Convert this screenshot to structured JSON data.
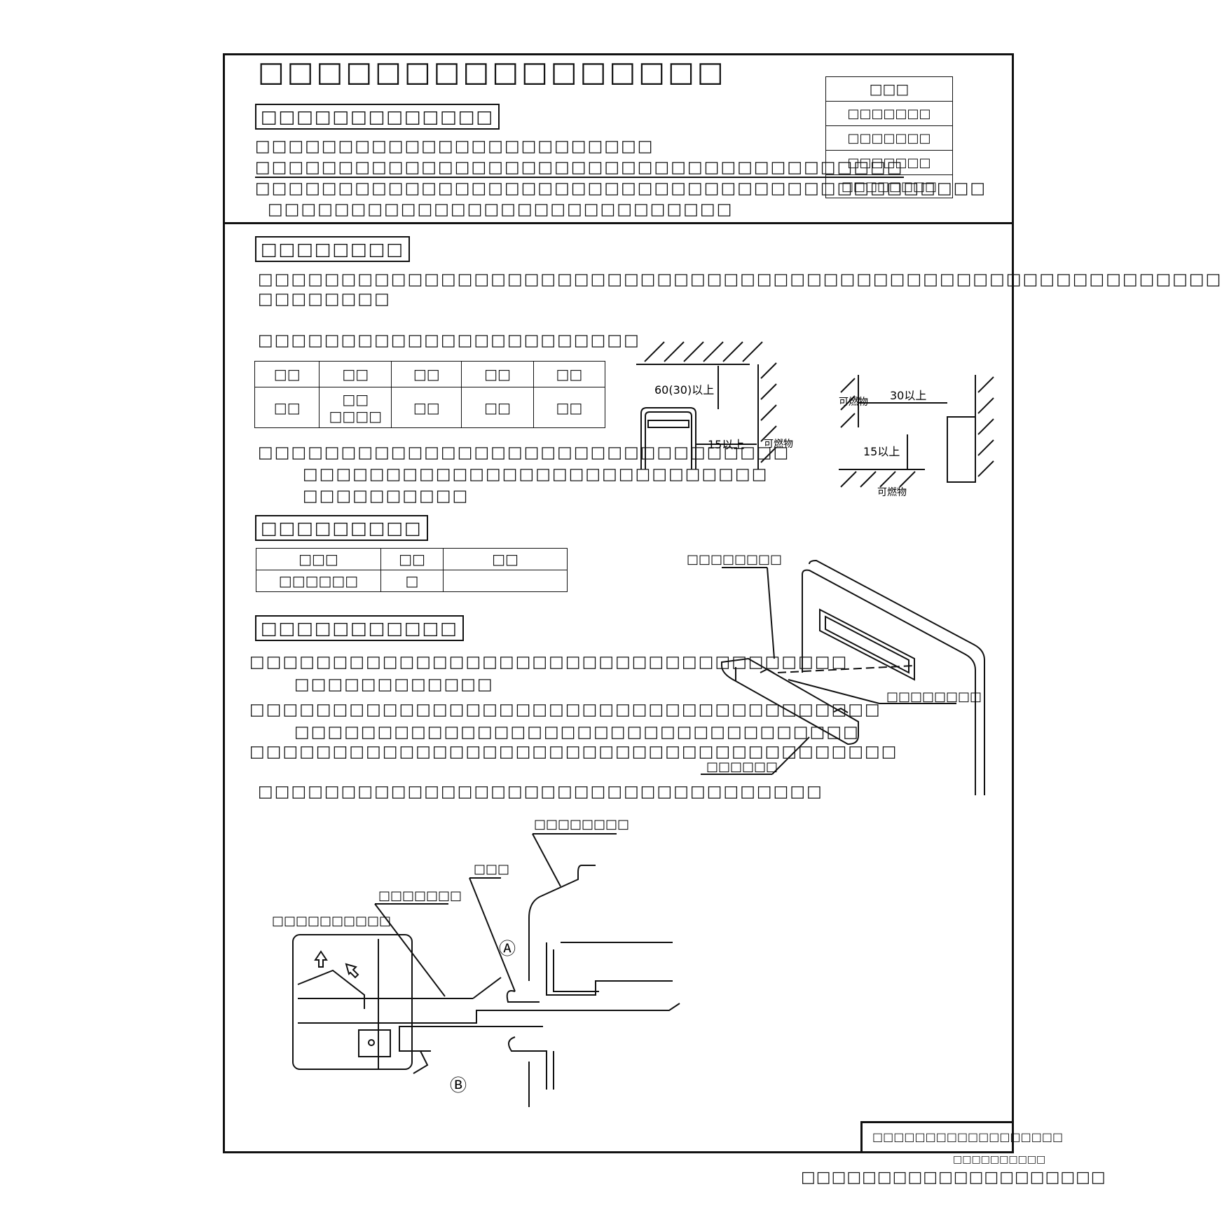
{
  "header": {
    "title": "□□□□□□□□□□□□□□□□",
    "section_main": "□□□□□□□□□□□□□",
    "notes": [
      "□□□□□□□□□□□□□□□□□□□□□□□□",
      "□□□□□□□□□□□□□□□□□□□□□□□□□□□□□□□□□□□□□□□",
      "□□□□□□□□□□□□□□□□□□□□□□□□□□□□□□□□□□□□□□□□□□□□",
      "□□□□□□□□□□□□□□□□□□□□□□□□□□□□"
    ]
  },
  "model_box": {
    "head": "□□□",
    "rows": [
      "□□□□□□□",
      "□□□□□□□",
      "□□□□□□□",
      "□□□□□□□□"
    ]
  },
  "section1": {
    "title": "□□□□□□□□",
    "para_line1": "□□□□□□□□□□□□□□□□□□□□□□□□□□□□□□□□□□□□□□□□□□□□□□□□□□□□□□□□□□",
    "para_line2": "□□□□□□□□",
    "table_caption": "□□□□□□□□□□□□□□□□□□□□□□□",
    "table_head": [
      "□□",
      "□□",
      "□□",
      "□□",
      "□□"
    ],
    "table_row": [
      "□□",
      "□□",
      "□□",
      "□□",
      "□□"
    ],
    "table_row_cell2_line2": "□□□□",
    "note_line1": "□□□□□□□□□□□□□□□□□□□□□□□□□□□□□□□□",
    "note_line2": "□□□□□□□□□□□□□□□□□□□□□□□□□□□□",
    "note_line3": "□□□□□□□□□□"
  },
  "clearance_diagram": {
    "label_top": "60(30)以上",
    "label_side": "15以上",
    "label_combustible_1": "可燃物",
    "label_combustible_2": "可燃物",
    "label_30": "30以上",
    "label_15b": "15以上",
    "label_combustible_3": "可燃物"
  },
  "section2": {
    "title": "□□□□□□□□□",
    "table_head": [
      "□□□",
      "□□",
      "□□"
    ],
    "table_row": [
      "□□□□□□",
      "□",
      ""
    ]
  },
  "section3": {
    "title": "□□□□□□□□□□□",
    "lines": [
      "□□□□□□□□□□□□□□□□□□□□□□□□□□□□□□□□□□□□",
      "□□□□□□□□□□□□",
      "□□□□□□□□□□□□□□□□□□□□□□□□□□□□□□□□□□□□□□",
      "□□□□□□□□□□□□□□□□□□□□□□□□□□□□□□□□□□",
      "□□□□□□□□□□□□□□□□□□□□□□□□□□□□□□□□□□□□□□□",
      "□□□□□□□□□□□□□□□□□□□□□□□□□□□□□□□□□□"
    ]
  },
  "bracket_diagram": {
    "label_a": "□□□□□□□□",
    "label_b": "□□□□□□□□",
    "label_c": "□□□□□□"
  },
  "section_diagram": {
    "label_1": "□□□□□□□□",
    "label_2": "□□□",
    "label_3": "□□□□□□□",
    "label_4": "□□□□□□□□□□",
    "mark_a": "Ⓐ",
    "mark_b": "Ⓑ"
  },
  "footer": {
    "doc_code": "□□□□□□□□□□□□□□□□□□",
    "page_code": "□□□□□□□□□□",
    "company": "□□□□□□□□□□□□□□□□□□□□"
  }
}
